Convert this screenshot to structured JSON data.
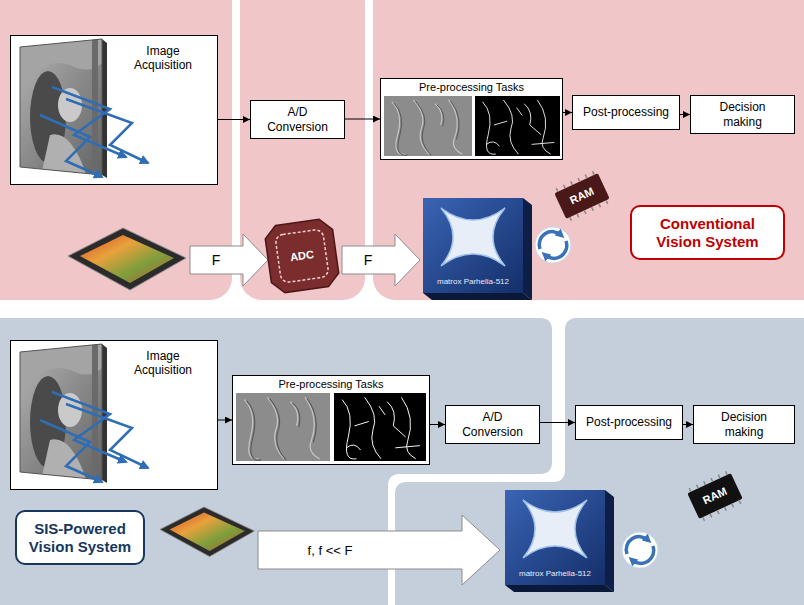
{
  "diagram": {
    "nodes": [
      {
        "text": [
          "Image Acquisition"
        ]
      },
      {
        "text": [
          "A/D Conversion"
        ]
      },
      {
        "text": [
          "Pre-processing Tasks"
        ]
      },
      {
        "text": [
          "Post-processing"
        ]
      },
      {
        "text": [
          "Decision making"
        ]
      },
      {
        "text": [
          "Conventional Vision System"
        ]
      },
      {
        "text": [
          "Image Acquisition"
        ]
      },
      {
        "text": [
          "Pre-processing Tasks"
        ]
      },
      {
        "text": [
          "A/D Conversion"
        ]
      },
      {
        "text": [
          "Post-processing"
        ]
      },
      {
        "text": [
          "Decision making"
        ]
      },
      {
        "text": [
          "SIS-Powered Vision System"
        ]
      }
    ],
    "edges": [
      {
        "from": 0,
        "to": 1,
        "arrow": "to"
      },
      {
        "from": 1,
        "to": 2,
        "arrow": "to"
      },
      {
        "from": 2,
        "to": 3,
        "arrow": "to"
      },
      {
        "from": 3,
        "to": 4,
        "arrow": "to"
      },
      {
        "from": 6,
        "to": 7,
        "arrow": "to"
      },
      {
        "from": 7,
        "to": 8,
        "arrow": "to"
      },
      {
        "from": 8,
        "to": 9,
        "arrow": "to"
      },
      {
        "from": 9,
        "to": 10,
        "arrow": "to"
      }
    ],
    "labels": [
      "RAM",
      "F",
      "ADC",
      "F",
      "matrox Parhelia-512",
      "RAM",
      "f, f << F",
      "matrox Parhelia-512"
    ]
  }
}
